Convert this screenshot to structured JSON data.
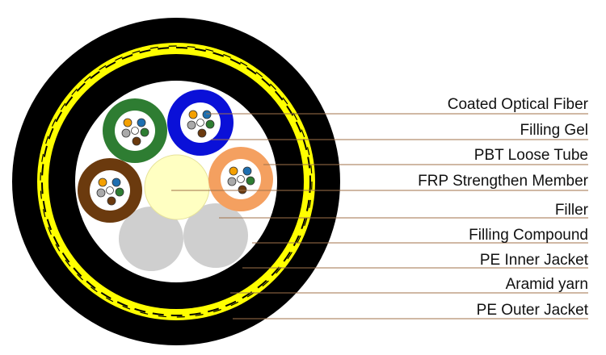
{
  "colors": {
    "outer_jacket": "#000000",
    "aramid_yarn": "#ffff00",
    "inner_jacket": "#000000",
    "filling_compound": "#ffffff",
    "leader_line": "#a0724a",
    "filler": "#cfcfcf",
    "frp": "#ffffc2",
    "tube_green": "#2e7d32",
    "tube_blue": "#0a10d8",
    "tube_orange": "#f4a060",
    "tube_brown": "#6b3a0e"
  },
  "labels": [
    {
      "text": "Coated Optical Fiber"
    },
    {
      "text": "Filling Gel"
    },
    {
      "text": "PBT Loose Tube"
    },
    {
      "text": "FRP Strengthen Member"
    },
    {
      "text": "Filler"
    },
    {
      "text": "Filling Compound"
    },
    {
      "text": "PE Inner Jacket"
    },
    {
      "text": "Aramid yarn"
    },
    {
      "text": "PE Outer Jacket"
    }
  ],
  "tubes": [
    {
      "name": "green-loose-tube",
      "color": "#2e7d32"
    },
    {
      "name": "blue-loose-tube",
      "color": "#0a10d8"
    },
    {
      "name": "orange-loose-tube",
      "color": "#f4a060"
    },
    {
      "name": "brown-loose-tube",
      "color": "#6b3a0e"
    }
  ],
  "fiber_colors": [
    "#f4a000",
    "#1e6fb0",
    "#2e7d32",
    "#6b3a0e",
    "#aaaaaa",
    "#ffffff"
  ]
}
